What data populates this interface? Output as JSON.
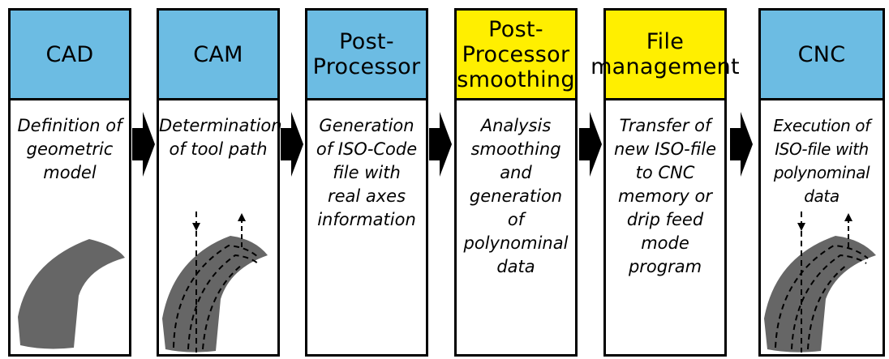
{
  "steps": [
    {
      "id": "cad",
      "title": "CAD",
      "description": "Definition of\ngeometric\nmodel",
      "color": "#6cbce3"
    },
    {
      "id": "cam",
      "title": "CAM",
      "description": "Determination\nof tool path",
      "color": "#6cbce3"
    },
    {
      "id": "post-processor",
      "title": "Post-\nProcessor",
      "description": "Generation\nof ISO-Code\nfile with\nreal axes\ninformation",
      "color": "#6cbce3"
    },
    {
      "id": "post-processor-smoothing",
      "title": "Post-\nProcessor\nsmoothing",
      "description": "Analysis\nsmoothing\nand\ngeneration\nof\npolynominal\ndata",
      "color": "#ffef00"
    },
    {
      "id": "file-management",
      "title": "File\nmanagement",
      "description": "Transfer of\nnew ISO-file\nto CNC\nmemory or\ndrip feed\nmode\nprogram",
      "color": "#ffef00"
    },
    {
      "id": "cnc",
      "title": "CNC",
      "description": "Execution of\nISO-file with\npolynominal\ndata",
      "color": "#6cbce3"
    }
  ],
  "colors": {
    "blue_header": "#6cbce3",
    "yellow_header": "#ffef00",
    "shape_fill": "#666666",
    "border": "#000000"
  },
  "icons": [
    "arrow-right-icon",
    "curved-part-icon",
    "tool-path-icon"
  ]
}
